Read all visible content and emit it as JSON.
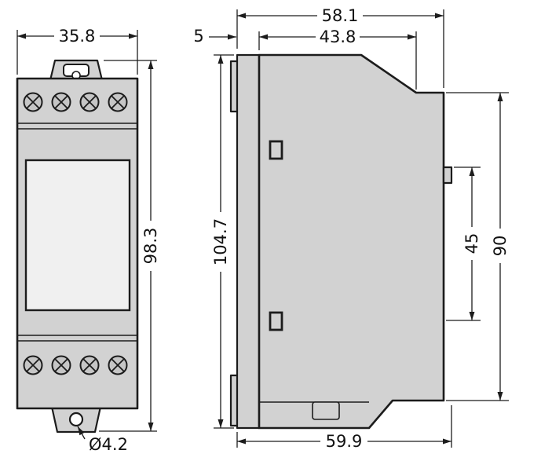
{
  "drawing": {
    "views": {
      "front": {
        "dims": {
          "width": "35.8",
          "height": "98.3",
          "hole_diameter": "Ø4.2"
        }
      },
      "side": {
        "dims": {
          "total_depth": "58.1",
          "body_depth": "43.8",
          "front_lip": "5",
          "total_height": "104.7",
          "panel_height": "45",
          "body_height": "90",
          "bottom_depth": "59.9"
        }
      }
    },
    "colors": {
      "outline": "#1c1c1c",
      "body_fill": "#d2d2d2",
      "panel_fill": "#f0f0f0",
      "background": "#ffffff"
    }
  }
}
